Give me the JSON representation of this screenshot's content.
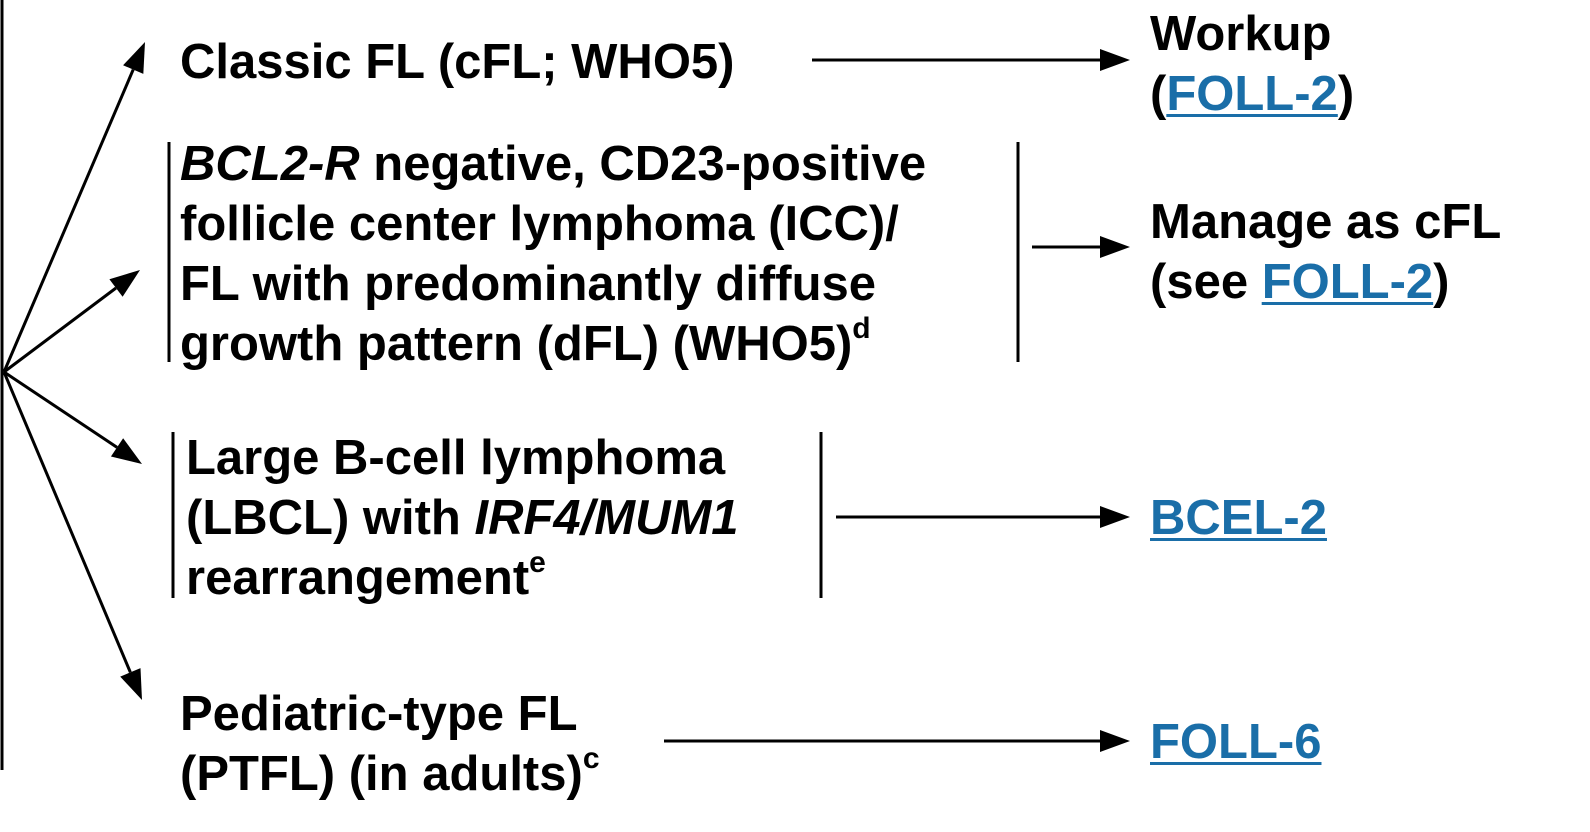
{
  "colors": {
    "text": "#000000",
    "link": "#1a6ea8",
    "line": "#000000"
  },
  "branches": [
    {
      "id": "cfl",
      "lines": [
        "Classic FL (cFL; WHO5)"
      ]
    },
    {
      "id": "dfl",
      "l1_italic": "BCL2-R",
      "l1_rest": " negative, CD23-positive",
      "l2": "follicle center lymphoma (ICC)/",
      "l3": "FL with predominantly diffuse",
      "l4": "growth pattern (dFL) (WHO5)",
      "l4_sup": "d"
    },
    {
      "id": "lbcl",
      "l1": "Large B-cell lymphoma",
      "l2_pre": "(LBCL) with ",
      "l2_italic": "IRF4/MUM1",
      "l3": "rearrangement",
      "l3_sup": "e"
    },
    {
      "id": "ptfl",
      "l1": "Pediatric-type FL",
      "l2": "(PTFL) (in adults)",
      "l2_sup": "c"
    }
  ],
  "outcomes": {
    "workup": {
      "l1": "Workup",
      "l2_open": "(",
      "l2_link": "FOLL-2",
      "l2_close": ")"
    },
    "manage": {
      "l1": "Manage as cFL",
      "l2_open": "(see ",
      "l2_link": "FOLL-2",
      "l2_close": ")"
    },
    "bcel": {
      "link": "BCEL-2"
    },
    "foll6": {
      "link": "FOLL-6"
    }
  }
}
